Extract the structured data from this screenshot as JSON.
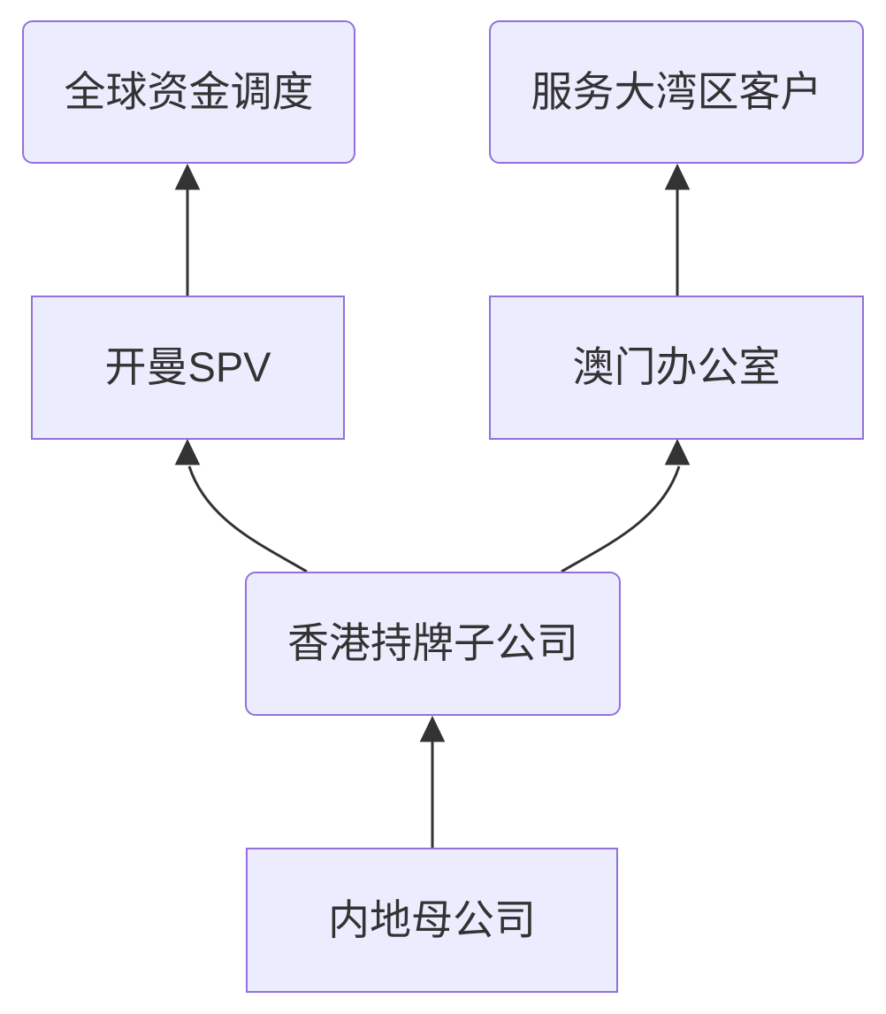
{
  "diagram": {
    "type": "flowchart",
    "direction": "bottom-to-top",
    "nodes": [
      {
        "id": "global-funds",
        "label": "全球资金调度",
        "shape": "rounded"
      },
      {
        "id": "gba-clients",
        "label": "服务大湾区客户",
        "shape": "rounded"
      },
      {
        "id": "cayman-spv",
        "label": "开曼SPV",
        "shape": "rectangle"
      },
      {
        "id": "macau-office",
        "label": "澳门办公室",
        "shape": "rectangle"
      },
      {
        "id": "hk-subsidiary",
        "label": "香港持牌子公司",
        "shape": "rounded"
      },
      {
        "id": "mainland-parent",
        "label": "内地母公司",
        "shape": "rectangle"
      }
    ],
    "edges": [
      {
        "from": "内地母公司",
        "to": "香港持牌子公司"
      },
      {
        "from": "香港持牌子公司",
        "to": "开曼SPV"
      },
      {
        "from": "香港持牌子公司",
        "to": "澳门办公室"
      },
      {
        "from": "开曼SPV",
        "to": "全球资金调度"
      },
      {
        "from": "澳门办公室",
        "to": "服务大湾区客户"
      }
    ],
    "colors": {
      "node_fill": "#ECECFF",
      "node_border": "#9370DB",
      "edge": "#333333",
      "text": "#333333",
      "background": "#FFFFFF"
    }
  }
}
